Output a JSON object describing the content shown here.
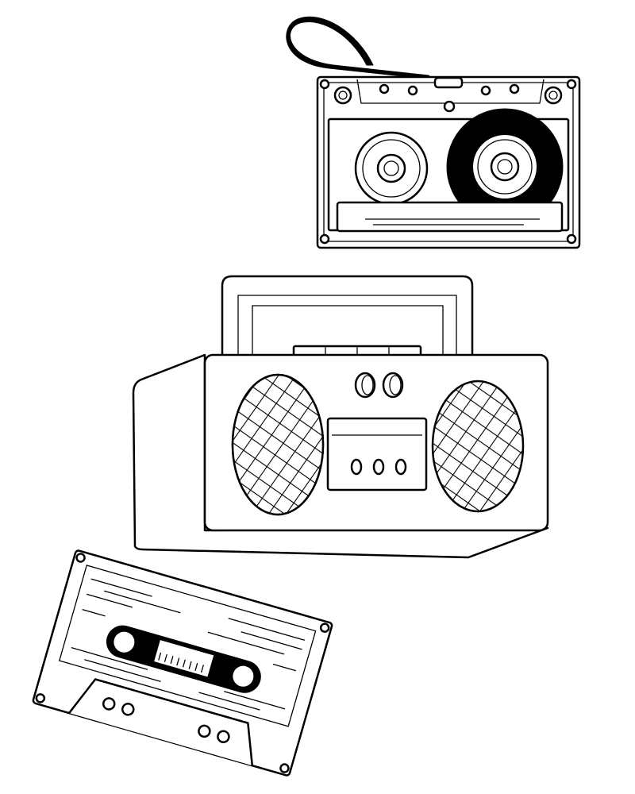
{
  "colors": {
    "line": "#000000",
    "background": "#ffffff"
  },
  "illustration": {
    "objects": [
      "cassette-tape-top",
      "boombox",
      "cassette-tape-bottom"
    ]
  }
}
